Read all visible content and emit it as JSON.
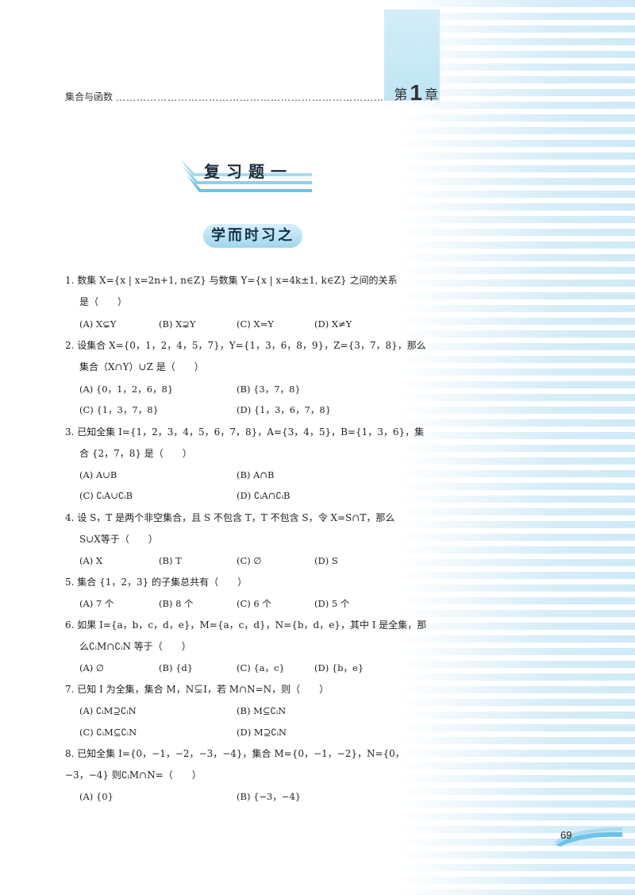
{
  "header": {
    "section": "集合与函数",
    "dots": "……………………………………………………………………",
    "chapter_prefix": "第",
    "chapter_num": "1",
    "chapter_suffix": "章"
  },
  "review_title": "复习题一",
  "subtitle": "学而时习之",
  "questions": [
    {
      "lines": [
        "1. 数集 X={x | x=2n+1, n∈Z} 与数集 Y={x | x=4k±1, k∈Z} 之间的关系",
        "是（　　）"
      ],
      "options": [
        "(A) X⊊Y",
        "(B) X⊋Y",
        "(C) X=Y",
        "(D) X≠Y"
      ]
    },
    {
      "lines": [
        "2. 设集合 X={0，1，2，4，5，7}，Y={1，3，6，8，9}，Z={3，7，8}，那么",
        "集合（X∩Y）∪Z 是（　　）"
      ],
      "options": [
        "(A) {0，1，2，6，8}",
        "(B) {3，7，8}",
        "(C) {1，3，7，8}",
        "(D) {1，3，6，7，8}"
      ]
    },
    {
      "lines": [
        "3. 已知全集 I={1，2，3，4，5，6，7，8}，A={3，4，5}，B={1，3，6}，集",
        "合 {2，7，8} 是（　　）"
      ],
      "options": [
        "(A) A∪B",
        "(B) A∩B",
        "(C) ∁ᵢA∪∁ᵢB",
        "(D) ∁ᵢA∩∁ᵢB"
      ]
    },
    {
      "lines": [
        "4. 设 S，T 是两个非空集合，且 S 不包含 T，T 不包含 S，令 X=S∩T，那么",
        "S∪X等于（　　）"
      ],
      "options": [
        "(A) X",
        "(B) T",
        "(C) ∅",
        "(D) S"
      ]
    },
    {
      "lines": [
        "5. 集合 {1，2，3} 的子集总共有（　　）"
      ],
      "options": [
        "(A) 7 个",
        "(B) 8 个",
        "(C) 6 个",
        "(D) 5 个"
      ]
    },
    {
      "lines": [
        "6. 如果 I={a，b，c，d，e}，M={a，c，d}，N={b，d，e}，其中 I 是全集，那",
        "么∁ᵢM∩∁ᵢN 等于（　　）"
      ],
      "options": [
        "(A) ∅",
        "(B) {d}",
        "(C) {a，c}",
        "(D) {b，e}"
      ]
    },
    {
      "lines": [
        "7. 已知 I 为全集，集合 M，N⊊I，若 M∩N=N，则（　　）"
      ],
      "options": [
        "(A) ∁ᵢM⊇∁ᵢN",
        "(B) M⊆∁ᵢN",
        "(C) ∁ᵢM⊆∁ᵢN",
        "(D) M⊇∁ᵢN"
      ]
    },
    {
      "lines": [
        "8. 已知全集 I={0，−1，−2，−3，−4}，集合 M={0，−1，−2}，N={0，",
        "−3，−4} 则∁ᵢM∩N=（　　）"
      ],
      "options": [
        "(A) {0}",
        "(B) {−3，−4}"
      ]
    }
  ],
  "page_number": "69",
  "colors": {
    "accent": "#bfe5f4",
    "stripe": "#cfeaf7",
    "badge": "#6cc3e8"
  }
}
